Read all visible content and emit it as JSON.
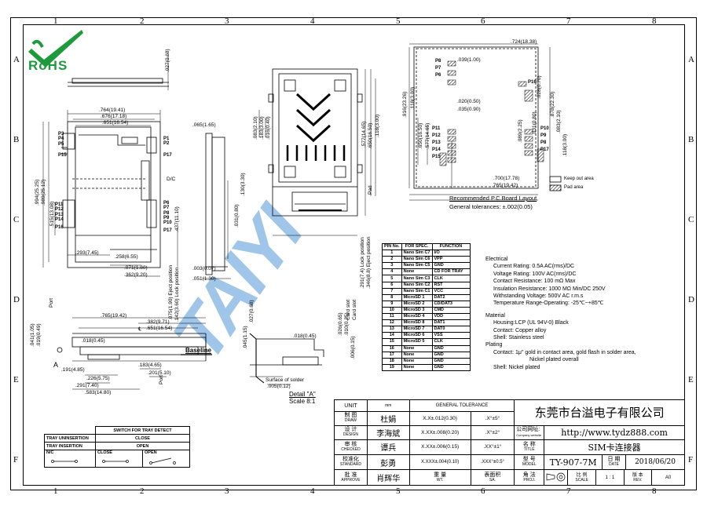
{
  "border": {
    "cols": [
      "1",
      "2",
      "3",
      "4",
      "5",
      "6",
      "7",
      "8"
    ],
    "rows": [
      "A",
      "B",
      "C",
      "D",
      "E",
      "F"
    ]
  },
  "logo": {
    "text": "RoHS"
  },
  "watermark": {
    "text": "TAIYI"
  },
  "dims_left": {
    "d1": ".027(0.68)",
    "d2": ".764(19.41)",
    "d3": ".676(17.18)",
    "d4": ".651(16.54)",
    "d5": ".994(25.25)",
    "d6": ".989(25.12)",
    "d7": ".515(13.08)",
    "d8": ".293(7.45)",
    "d9": ".258(6.55)",
    "d10": ".071(1.80)",
    "d11": ".362(9.20)",
    "d12": ".437(11.10)",
    "d13": ".065(1.65)",
    "d14": ".003(0.07)",
    "d15": ".051(1.30)",
    "d16": ".031(0.80)",
    "d17": ".130(3.30)",
    "pins_top": [
      "P3",
      "P4",
      "P5",
      "P15"
    ],
    "pins_top_r": [
      "P1",
      "P2",
      "P17"
    ],
    "pins_mid": [
      "P11",
      "P12",
      "P13",
      "P14",
      "P16"
    ],
    "pins_mid_r": [
      "P6",
      "P7",
      "P8",
      "P9",
      "P10",
      "P17"
    ],
    "dc": "D/C",
    "eject1": ".075(1.90) Eject position",
    "eject2": ".142(3.60) Lock position"
  },
  "dims_bottom_left": {
    "d1": ".765(19.42)",
    "d2": ".382(9.71)",
    "d3": ".651(16.54)",
    "cl": "℄",
    "d4": ".018(0.45)",
    "d5": ".041(1.05)",
    "d6": ".019(0.49)",
    "port": "Port",
    "a": "A",
    "d7": ".191(4.85)",
    "d8": ".183(4.65)",
    "d9": ".201(5.10)",
    "d10": ".226(5.75)",
    "d11": ".291(7.40)",
    "d12": ".583(14.80)",
    "port2": "Port",
    "baseline": "Baseline"
  },
  "dims_center": {
    "d1": ".083(2.10)",
    "d2": ".183(3.00)",
    "d3": ".016(0.40)",
    "d4": ".577(14.65)",
    "d5": ".650(16.50)",
    "d6": ".118(3.00)",
    "d7": ".291(7.4) Lock position",
    "d8": ".346(8.8) Eject position",
    "pad": "Pad"
  },
  "detail": {
    "d1": ".045(1.15)",
    "d2": ".027(0.68)",
    "d3": ".018(0.45)",
    "d4": ".026(0.65)",
    "d5": ".010(0.25)",
    "d6": ".006(0.15)",
    "card_slot1": "Card slot",
    "card_slot2": "Card slot",
    "solder": "Surface of solder",
    "d7": ".005(0.12)",
    "title": "Detail \"A\"",
    "scale": "Scale 8:1"
  },
  "pcb": {
    "d1": ".724(18.38)",
    "d2": ".039(1.00)",
    "d3": ".020(0.50)",
    "d4": ".035(0.90)",
    "d5": ".916(23.26)",
    "d6": ".118(3.00)",
    "d7": ".650(16.50)",
    "d8": ".577(14.65)",
    "d9": ".028(0.70)",
    "d10": ".878(22.30)",
    "d11": ".089(2.25)",
    "d12": ".031(0.80)",
    "d13": ".083(2.10)",
    "d14": ".118(3.00)",
    "d15": ".700(17.78)",
    "d16": ".765(19.42)",
    "pins_l": [
      "P8",
      "P7",
      "P6"
    ],
    "pins_l2": [
      "P11",
      "P12",
      "P13",
      "P14",
      "P15"
    ],
    "pins_r": [
      "P16"
    ],
    "pins_r2": [
      "P10",
      "P9",
      "P8",
      "P17"
    ],
    "keep_out": "Keep out area",
    "pad_area": "Pad area",
    "title": "Recommended P.C.Board Layout",
    "tol": "General tolerances: ±.002(0.05)"
  },
  "pin_table": {
    "headers": [
      "PIN No.",
      "FOR SPEC.",
      "FUNCTION"
    ],
    "rows": [
      [
        "1",
        "Nano Sim C7",
        "I/O"
      ],
      [
        "2",
        "Nano Sim C6",
        "VPP"
      ],
      [
        "3",
        "Nano Sim C5",
        "GND"
      ],
      [
        "4",
        "None",
        "CD FOR TRAY"
      ],
      [
        "5",
        "Nano Sim C3",
        "CLK"
      ],
      [
        "6",
        "Nano Sim C2",
        "RST"
      ],
      [
        "7",
        "Nano Sim C1",
        "VCC"
      ],
      [
        "8",
        "MicroSD 1",
        "DAT2"
      ],
      [
        "9",
        "MicroSD 2",
        "CD/DAT3"
      ],
      [
        "10",
        "MicroSD 3",
        "CMD"
      ],
      [
        "11",
        "MicroSD 4",
        "VDD"
      ],
      [
        "12",
        "MicroSD 8",
        "DAT1"
      ],
      [
        "13",
        "MicroSD 7",
        "DAT0"
      ],
      [
        "14",
        "MicroSD 6",
        "VSS"
      ],
      [
        "15",
        "MicroSD 5",
        "CLK"
      ],
      [
        "16",
        "None",
        "GND"
      ],
      [
        "17",
        "None",
        "GND"
      ],
      [
        "18",
        "None",
        "GND"
      ],
      [
        "19",
        "None",
        "GND"
      ]
    ]
  },
  "spec": {
    "electrical": "Electrical",
    "current": "Current Rating: 0.5A AC(rms)/DC",
    "voltage": "Voltage Rating: 100V AC(rms)/DC",
    "contact_res": "Contact Resistance: 100 mΩ Max",
    "insul": "Insulation Resistance: 1000 MΩ Min/DC 250V",
    "withstand": "Withstanding Voltage: 500V AC r.m.s",
    "temp": "Temperature Range-Operating: -25℃~+85℃",
    "material": "Material",
    "housing": "Housing:LCP (UL 94V-0)   Black",
    "contact": "Contact: Copper alloy",
    "shell": "Shell: Stainless steel",
    "plating": "Plating",
    "plat_contact": "Contact: 1μ\" gold in contact area, gold flash in solder area,",
    "plat_contact2": "Nickel plated overall",
    "plat_shell": "Shell: Nickel plated"
  },
  "switch_table": {
    "title": "SWITCH FOR TRAY DETECT",
    "row1": [
      "TRAY UNINSERTION",
      "CLOSE"
    ],
    "row2": [
      "TRAY INSERTION",
      "OPEN"
    ],
    "row3": [
      "N/C",
      "CLOSE",
      "OPEN"
    ]
  },
  "title_block": {
    "unit": "UNIT",
    "unit_val": "mm",
    "gen_tol": "GENERAL TOLERANCE",
    "company": "东莞市台溢电子有限公司",
    "draw_cn": "制  图",
    "draw_en": "DRAW",
    "draw_name": "杜娟",
    "design_cn": "设  计",
    "design_en": "DESIGN",
    "design_name": "李海斌",
    "checked_cn": "审  核",
    "checked_en": "CHECKED",
    "checked_name": "谭兵",
    "standard_cn": "校准化",
    "standard_en": "STANDARD",
    "standard_name": "彭勇",
    "approve_cn": "批  准",
    "approve_en": "APPROVE",
    "approve_name": "肖辉华",
    "tol1": "X.X±.012(0.30)",
    "tol1b": ".X°±5°",
    "tol2": "X.XX±.008(0.20)",
    "tol2b": ".X°±2°",
    "tol3": "X.XX±.006(0.15)",
    "tol3b": ".XX°±1°",
    "tol4": "X.XXX±.004(0.10)",
    "tol4b": ".XXX°±0.5°",
    "weight_cn": "重  量",
    "weight_en": "WT.",
    "surface_cn": "表面积",
    "surface_en": "SA.",
    "website_cn": "公司网址:",
    "website_en": "Company website",
    "website": "http://www.tydz888.com",
    "name_cn": "名  称",
    "name_en": "TITLE",
    "name_val": "SIM卡连接器",
    "model_cn": "型  号",
    "model_en": "MODEL",
    "model_val": "TY-907-7M",
    "date_cn": "日  期",
    "date_en": "DATE",
    "date_val": "2018/06/20",
    "proj_cn": "角  法",
    "proj_en": "PROJ.",
    "scale_cn": "比  例",
    "scale_en": "SCALE",
    "scale_val": "1 : 1",
    "rev_cn": "版  本",
    "rev_en": "REV.",
    "rev_val": "A0"
  }
}
